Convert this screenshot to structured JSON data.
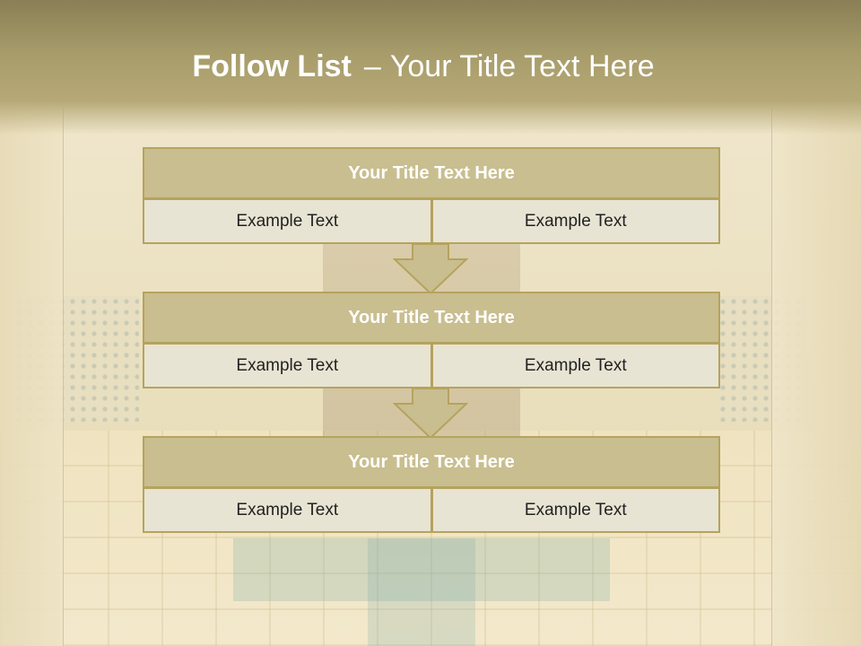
{
  "slide": {
    "title_bold": "Follow List",
    "title_dash": "–",
    "title_rest": "Your Title Text Here"
  },
  "blocks": [
    {
      "title": "Your Title Text Here",
      "cells": [
        "Example Text",
        "Example Text"
      ]
    },
    {
      "title": "Your Title Text Here",
      "cells": [
        "Example Text",
        "Example Text"
      ]
    },
    {
      "title": "Your Title Text Here",
      "cells": [
        "Example Text",
        "Example Text"
      ]
    }
  ],
  "colors": {
    "header_band": "#a79c6a",
    "block_border": "#b5a35e",
    "block_title_fill": "#c9be8f",
    "cell_fill": "#e8e4d3",
    "arrow_fill": "#c9be8f"
  },
  "icons": {
    "connector": "down-arrow-icon"
  }
}
